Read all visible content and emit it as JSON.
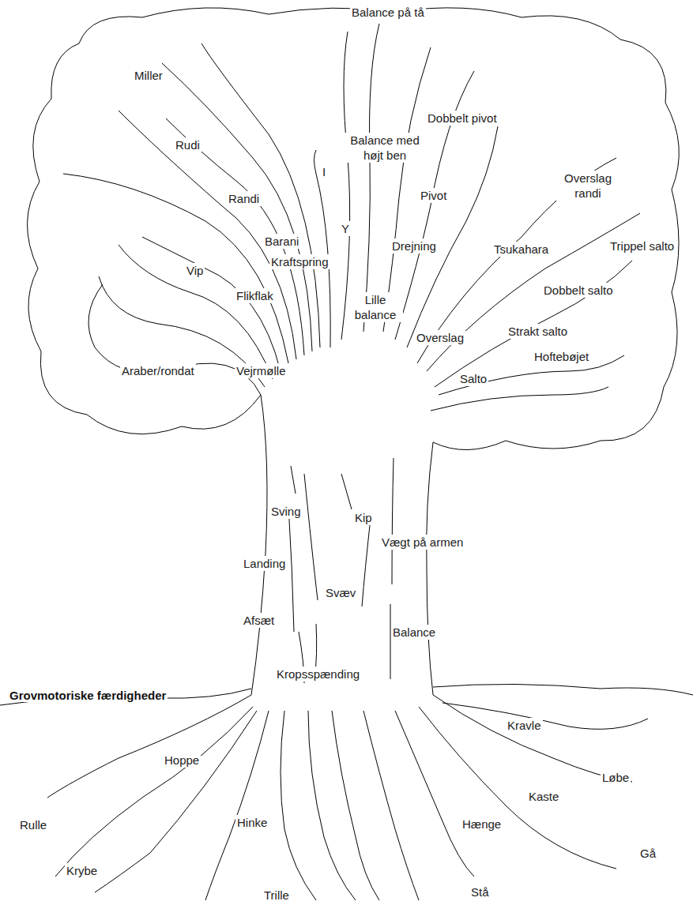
{
  "diagram": {
    "title": "Grovmotoriske færdigheder",
    "labels": [
      "Miller",
      "Rudi",
      "Randi",
      "Barani",
      "Kraftspring",
      "Vip",
      "Flikflak",
      "Araber/rondat",
      "Vejrmølle",
      "Balance på tå",
      "Dobbelt pivot",
      "Balance med højt ben",
      "I",
      "Y",
      "Pivot",
      "Drejning",
      "Lille balance",
      "Overslag randi",
      "Tsukahara",
      "Trippel salto",
      "Dobbelt salto",
      "Overslag",
      "Strakt salto",
      "Hoftebøjet",
      "Salto",
      "Sving",
      "Kip",
      "Vægt på armen",
      "Landing",
      "Svæv",
      "Afsæt",
      "Balance",
      "Kropsspænding",
      "Kravle",
      "Hoppe",
      "Løbe",
      "Kaste",
      "Rulle",
      "Hinke",
      "Hænge",
      "Gå",
      "Krybe",
      "Stå",
      "Trille"
    ]
  }
}
